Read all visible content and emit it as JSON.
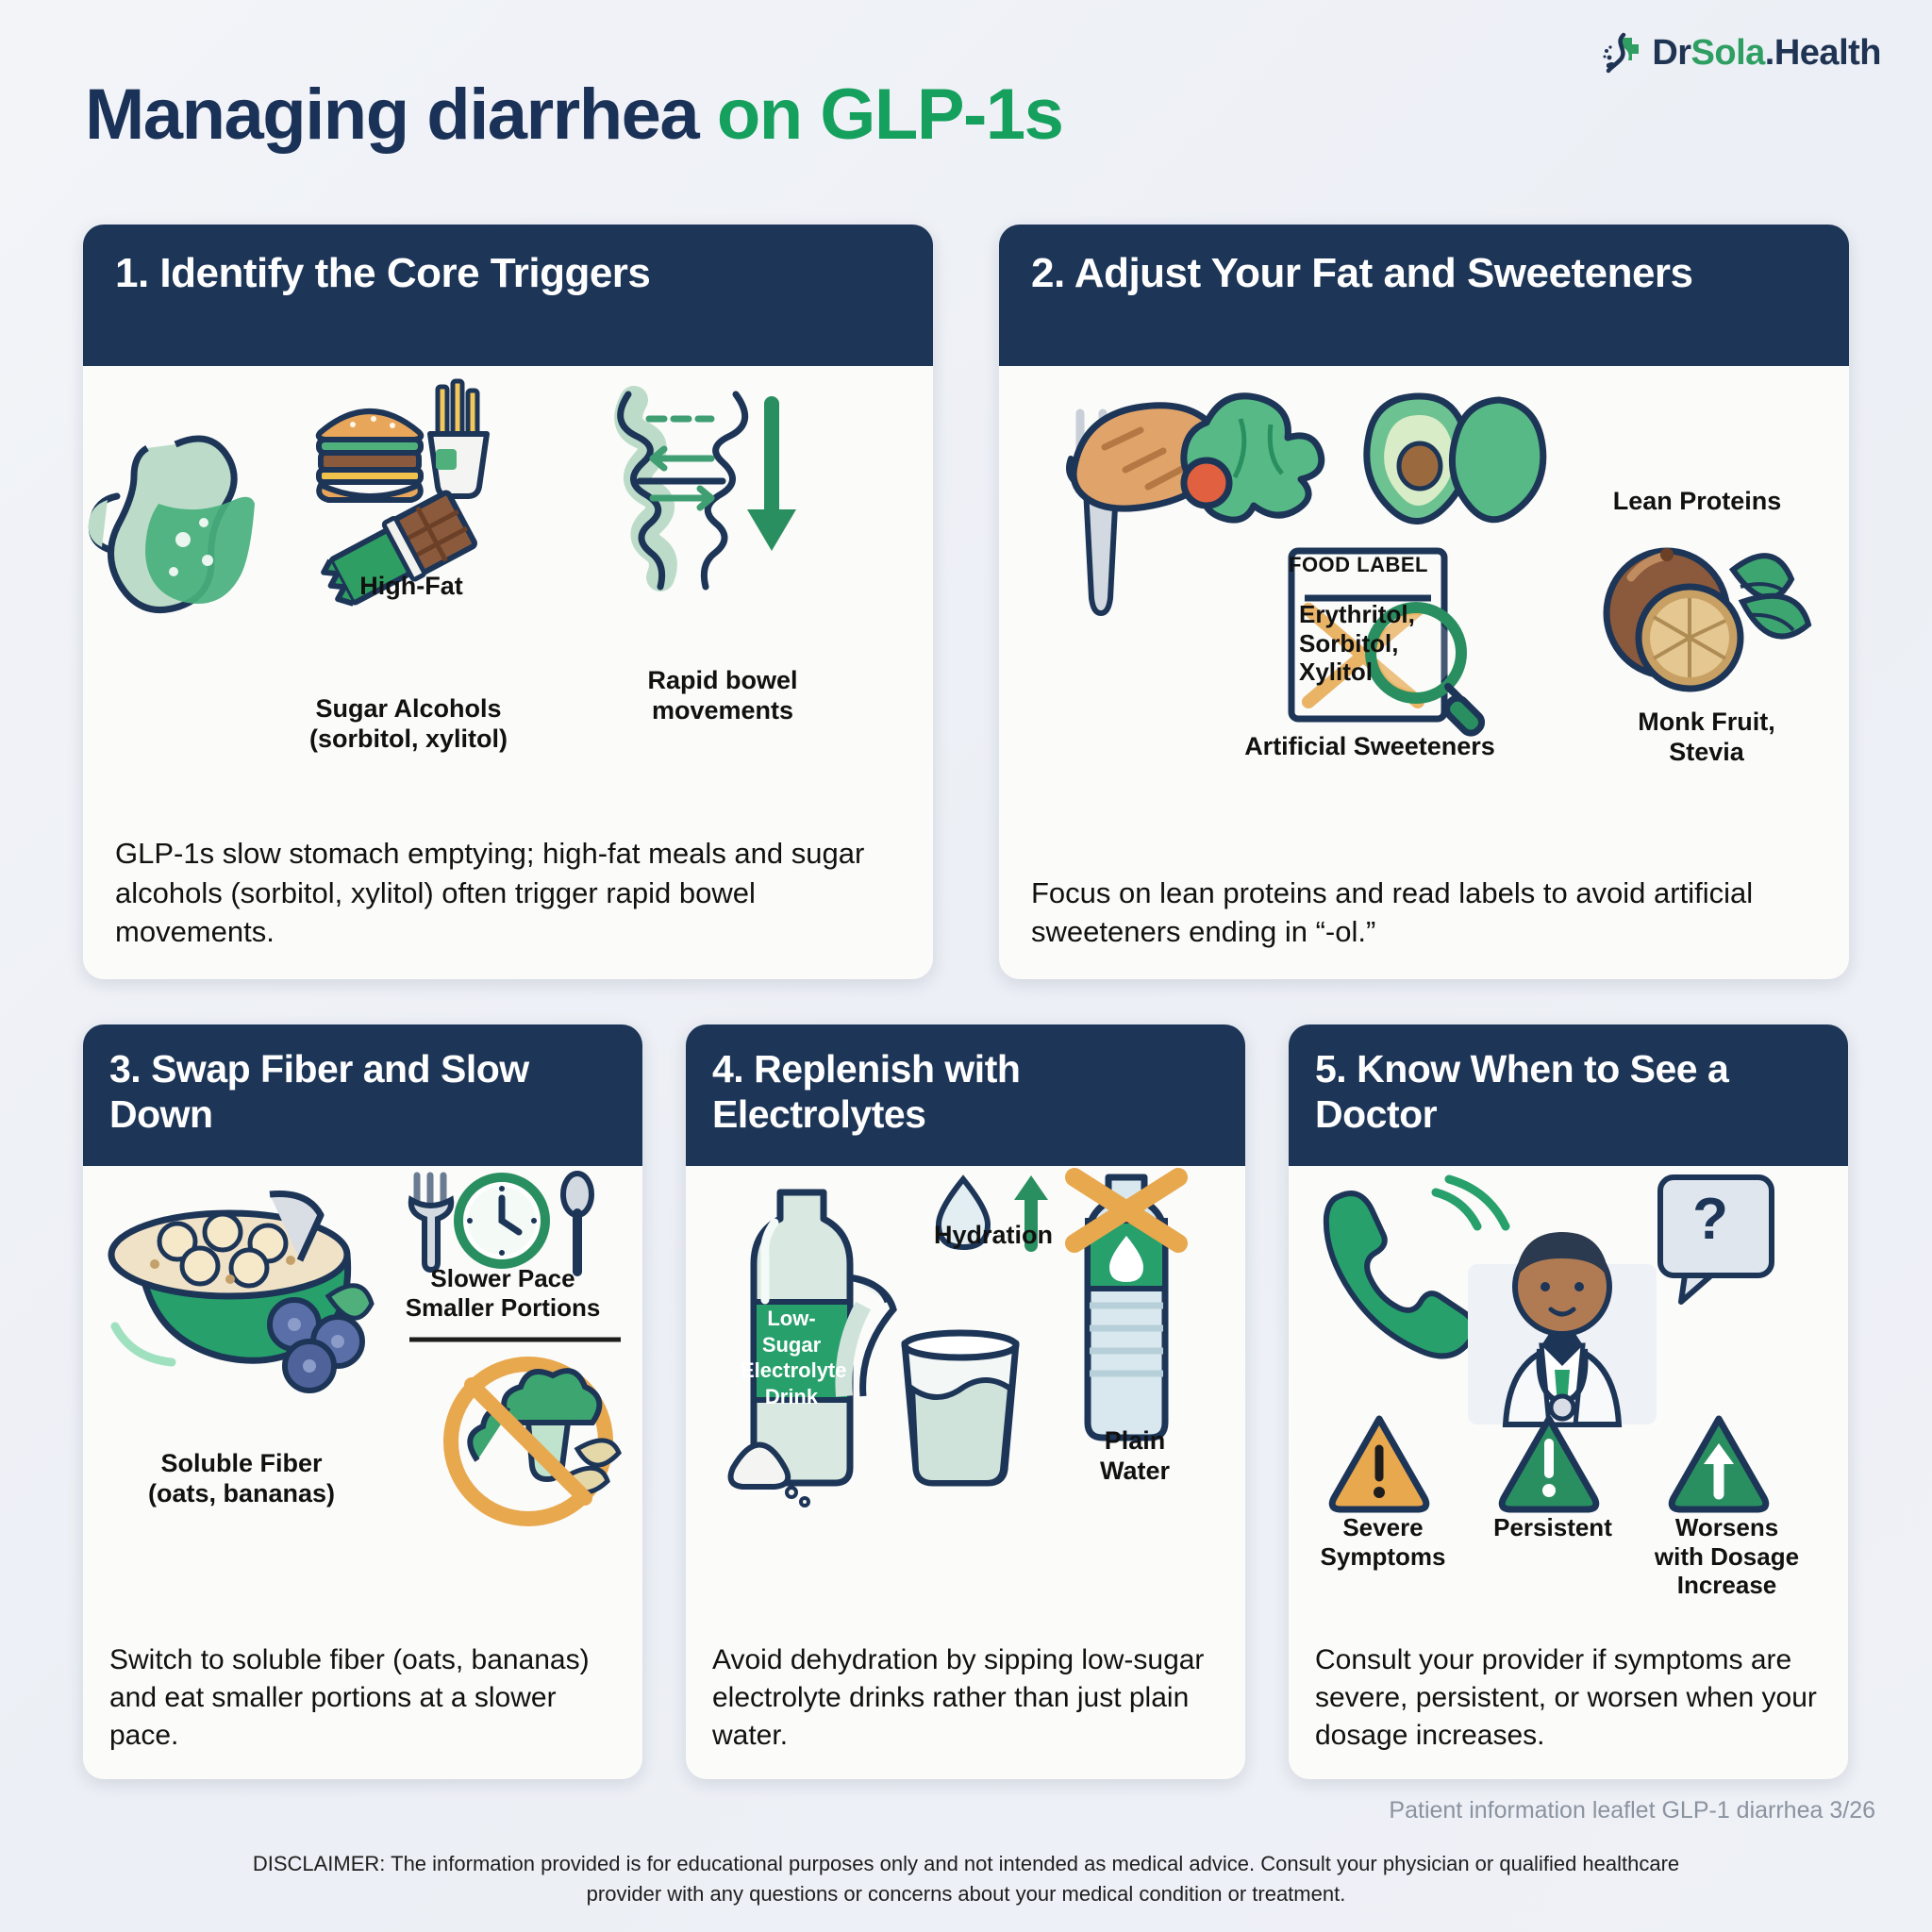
{
  "brand": {
    "dr": "Dr",
    "sola": "Sola",
    "health": ".Health",
    "logo_icon": "medical-cross-swoosh-icon"
  },
  "title": {
    "part_dark": "Managing diarrhea",
    "part_green": "on GLP-1s"
  },
  "cards": [
    {
      "id": "identify-core-triggers",
      "header": "1. Identify the Core Triggers",
      "labels": {
        "high_fat": "High-Fat",
        "sugar_alcohols": "Sugar Alcohols\n(sorbitol, xylitol)",
        "rapid_bowel": "Rapid bowel\nmovements"
      },
      "body": "GLP-1s slow stomach emptying; high-fat meals and sugar alcohols (sorbitol, xylitol) often trigger rapid bowel movements."
    },
    {
      "id": "adjust-fat-and-sweeteners",
      "header": "2. Adjust Your Fat and Sweeteners",
      "labels": {
        "lean_proteins": "Lean Proteins",
        "artificial_sweeteners": "Artificial Sweeteners",
        "monk_fruit": "Monk Fruit,\nStevia",
        "food_label_title": "FOOD LABEL",
        "food_label_items": "Erythritol,\nSorbitol,\nXylitol"
      },
      "body": "Focus on lean proteins and read labels to avoid artificial sweeteners ending in “-ol.”"
    },
    {
      "id": "swap-fiber-and-slow-down",
      "header": "3. Swap Fiber and Slow Down",
      "labels": {
        "soluble_fiber": "Soluble Fiber\n(oats, bananas)",
        "slower_pace": "Slower Pace\nSmaller Portions"
      },
      "body": "Switch to soluble fiber (oats, bananas) and eat smaller portions at a slower pace."
    },
    {
      "id": "replenish-with-electrolytes",
      "header": "4. Replenish with Electrolytes",
      "labels": {
        "hydration": "Hydration",
        "plain_water": "Plain\nWater",
        "bottle_label": "Low-Sugar\nElectrolyte\nDrink"
      },
      "body": "Avoid dehydration by sipping low-sugar electrolyte drinks rather than just plain water."
    },
    {
      "id": "know-when-to-see-a-doctor",
      "header": "5. Know When to See a Doctor",
      "labels": {
        "severe": "Severe\nSymptoms",
        "persistent": "Persistent",
        "worsens": "Worsens\nwith Dosage\nIncrease",
        "question_mark": "?"
      },
      "body": "Consult your provider if symptoms are severe, persistent, or worsen when your dosage increases."
    }
  ],
  "footer": {
    "leaflet": "Patient information leaflet GLP-1 diarrhea 3/26",
    "disclaimer": "DISCLAIMER: The information provided is for educational purposes only and not intended as medical advice. Consult your physician or qualified healthcare provider with any questions or concerns about your medical condition or treatment."
  },
  "colors": {
    "navy": "#1d3557",
    "green": "#16a05e",
    "deep_green": "#2a8f60",
    "pale_green": "#bcdcc9",
    "orange": "#e8a84e",
    "card_bg": "#fbfbf9",
    "page_bg": "#eef1f6"
  }
}
